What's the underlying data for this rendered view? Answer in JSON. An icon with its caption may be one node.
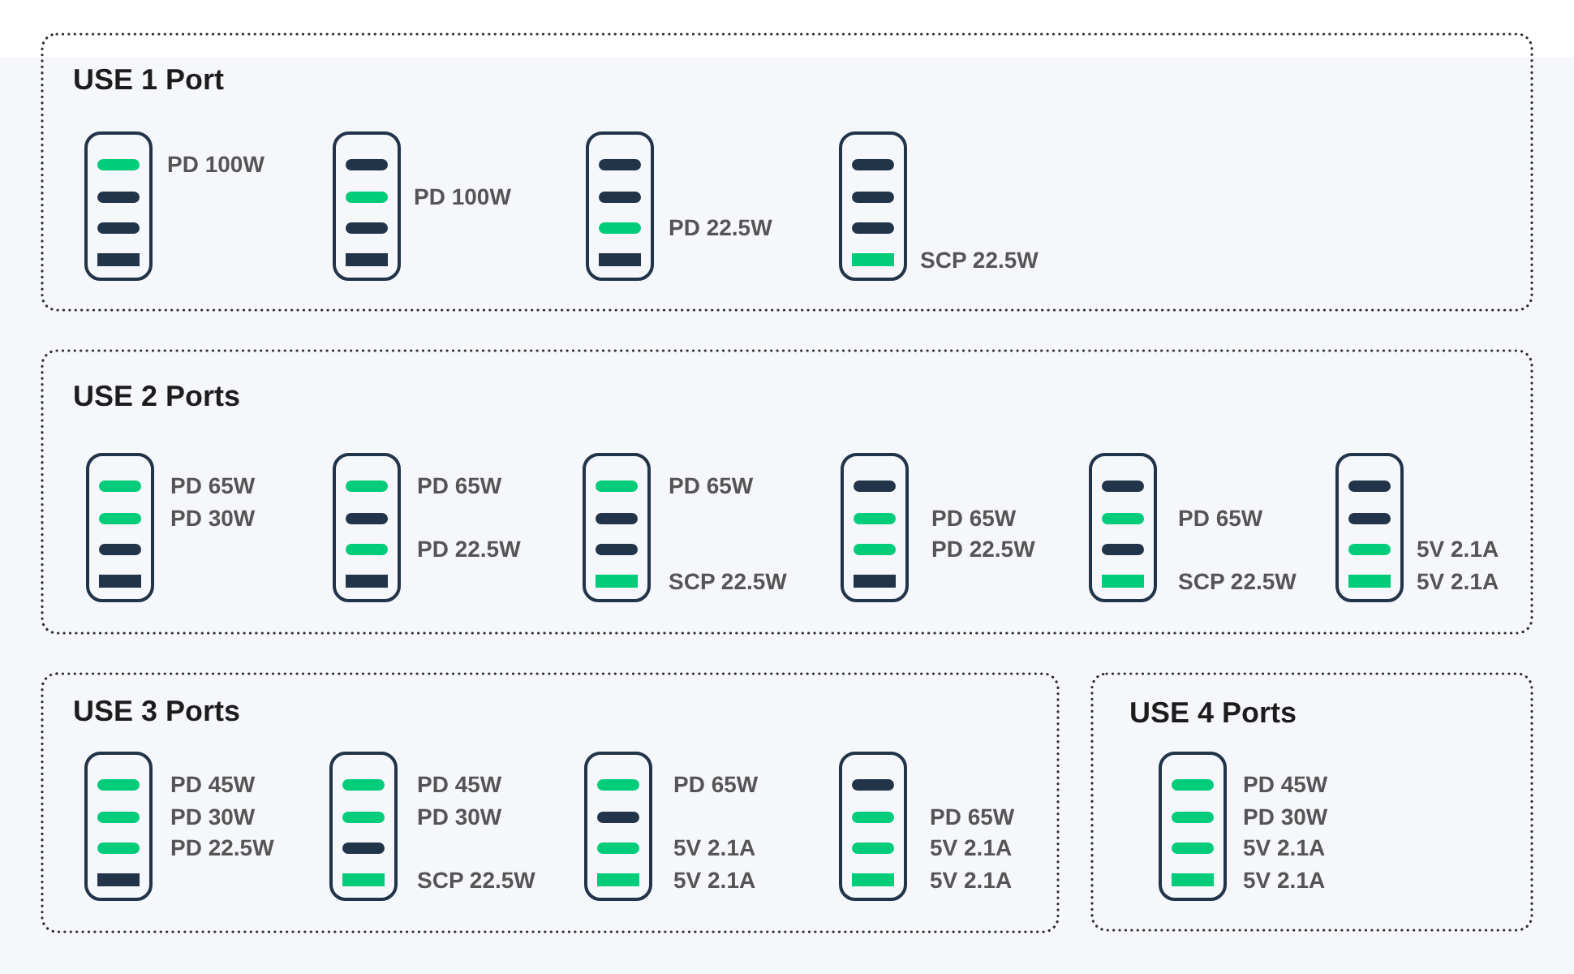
{
  "diagram": {
    "nodes": [
      {
        "text": [
          "USE 1 Port"
        ]
      },
      {
        "text": [],
        "shape": "box",
        "in": 0,
        "beside": [
          "PD 100W"
        ]
      },
      {
        "text": [],
        "shape": "box",
        "in": 0,
        "beside": [
          "PD 100W"
        ]
      },
      {
        "text": [],
        "shape": "box",
        "in": 0,
        "beside": [
          "PD 22.5W"
        ]
      },
      {
        "text": [],
        "shape": "box",
        "in": 0,
        "beside": [
          "SCP 22.5W"
        ]
      },
      {
        "text": [
          "USE 2 Ports"
        ]
      },
      {
        "text": [],
        "shape": "box",
        "in": 5,
        "beside": [
          "PD 65W",
          "PD 30W"
        ]
      },
      {
        "text": [],
        "shape": "box",
        "in": 5,
        "beside": [
          "PD 65W",
          "PD 22.5W"
        ]
      },
      {
        "text": [],
        "shape": "box",
        "in": 5,
        "beside": [
          "PD 65W",
          "SCP 22.5W"
        ]
      },
      {
        "text": [],
        "shape": "box",
        "in": 5,
        "beside": [
          "PD 65W",
          "PD 22.5W"
        ]
      },
      {
        "text": [],
        "shape": "box",
        "in": 5,
        "beside": [
          "PD 65W",
          "SCP 22.5W"
        ]
      },
      {
        "text": [],
        "shape": "box",
        "in": 5,
        "beside": [
          "5V 2.1A",
          "5V 2.1A"
        ]
      },
      {
        "text": [
          "USE 3 Ports"
        ]
      },
      {
        "text": [],
        "shape": "box",
        "in": 12,
        "beside": [
          "PD 45W",
          "PD 30W",
          "PD 22.5W"
        ]
      },
      {
        "text": [],
        "shape": "box",
        "in": 12,
        "beside": [
          "PD 45W",
          "PD 30W",
          "SCP 22.5W"
        ]
      },
      {
        "text": [],
        "shape": "box",
        "in": 12,
        "beside": [
          "PD 65W",
          "5V 2.1A",
          "5V 2.1A"
        ]
      },
      {
        "text": [],
        "shape": "box",
        "in": 12,
        "beside": [
          "PD 65W",
          "5V 2.1A",
          "5V 2.1A"
        ]
      },
      {
        "text": [
          "USE 4 Ports"
        ]
      },
      {
        "text": [],
        "shape": "box",
        "in": 17,
        "beside": [
          "PD 45W",
          "PD 30W",
          "5V 2.1A",
          "5V 2.1A"
        ]
      }
    ]
  }
}
